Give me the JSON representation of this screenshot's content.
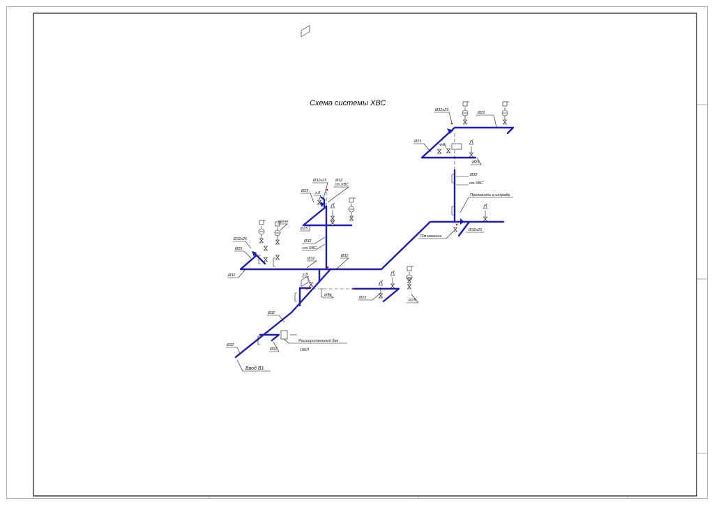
{
  "title": "Схема системы ХВС",
  "labels": {
    "d32": "Ø32",
    "d25": "Ø25",
    "d32x25": "Ø32х25",
    "d32x25_alt": "Ø32x25",
    "stHVS": "ст.ХВС",
    "stHVS_alt": "ст.ХВС",
    "kuhnia": "кухня",
    "z8": "z.8",
    "vvod": "Ввод В1",
    "bak": "Расширительный бак",
    "bak_vol": "100Л",
    "shtraba": "Проложить в штрабе",
    "mashina": "П/м машина"
  },
  "colors": {
    "pipe": "#1c1cb8",
    "marker": "#d11111",
    "frame": "#111111"
  }
}
